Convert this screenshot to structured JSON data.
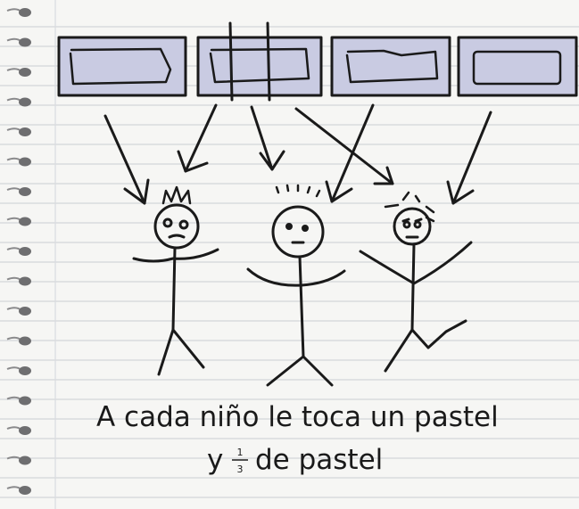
{
  "caption": {
    "line1": "A cada niño le toca un pastel",
    "line2_prefix": "y",
    "fraction_numerator": "1",
    "fraction_denominator": "3",
    "line2_suffix": "de pastel"
  },
  "colors": {
    "paper": "#f6f6f4",
    "rule_line": "#c9cdd2",
    "margin_line": "#d9dcdf",
    "cake": "#c9cbe2",
    "ink": "#1a1a1a",
    "binding_hole": "#6e6e70"
  },
  "counts": {
    "cakes": 4,
    "children": 3
  },
  "icons": [
    "cake-icon",
    "arrow-icon",
    "stick-figure-icon",
    "spiral-binding-icon"
  ]
}
